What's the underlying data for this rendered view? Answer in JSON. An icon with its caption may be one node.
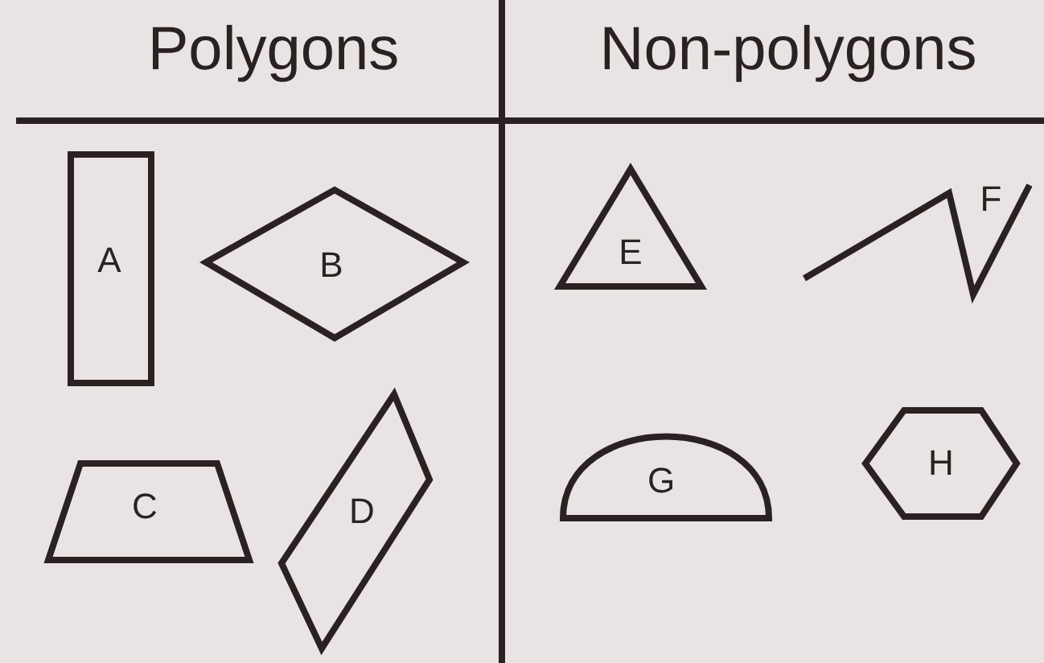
{
  "diagram": {
    "nodes": [
      {
        "text": [
          "A"
        ]
      },
      {
        "text": [
          "B"
        ]
      },
      {
        "text": [
          "C"
        ]
      },
      {
        "text": [
          "D"
        ]
      },
      {
        "text": [
          "E"
        ]
      },
      {
        "text": [
          "F"
        ]
      },
      {
        "text": [
          "G"
        ]
      },
      {
        "text": [
          "H"
        ]
      }
    ],
    "labels": [
      "Polygons",
      "Non-polygons"
    ]
  }
}
